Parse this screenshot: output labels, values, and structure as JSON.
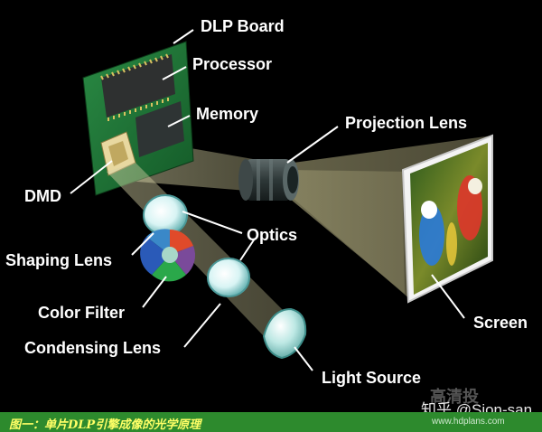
{
  "diagram": {
    "labels": {
      "dlp_board": "DLP Board",
      "processor": "Processor",
      "memory": "Memory",
      "projection_lens": "Projection Lens",
      "dmd": "DMD",
      "optics": "Optics",
      "shaping_lens": "Shaping Lens",
      "color_filter": "Color Filter",
      "condensing_lens": "Condensing Lens",
      "screen": "Screen",
      "light_source": "Light Source"
    },
    "caption": "图一：单片DLP引擎成像的光学原理",
    "watermarks": {
      "zhihu": "知乎 @Sion-san",
      "site_logo": "高清投",
      "site_url": "www.hdplans.com"
    },
    "colors": {
      "background": "#000000",
      "board": "#1f7a3a",
      "light_beam": "#c8c49a",
      "caption_bar": "#2d8a2d",
      "caption_text": "#ffff66"
    }
  }
}
